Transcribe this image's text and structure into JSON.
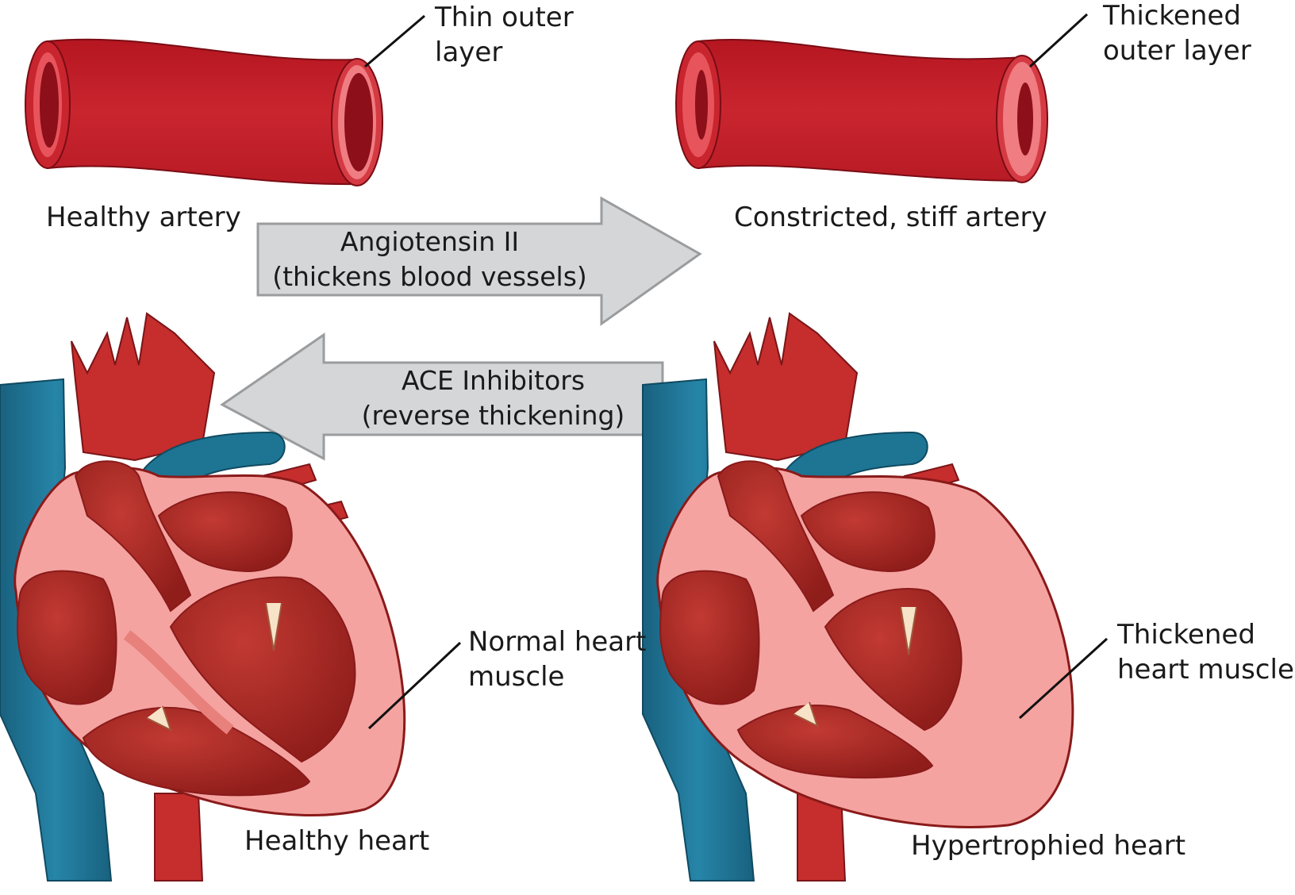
{
  "labels": {
    "thin_outer_layer": "Thin outer\nlayer",
    "thickened_outer_layer": "Thickened\nouter layer",
    "healthy_artery": "Healthy artery",
    "constricted_artery": "Constricted, stiff artery",
    "normal_heart_muscle": "Normal heart\nmuscle",
    "thickened_heart_muscle": "Thickened\nheart muscle",
    "healthy_heart": "Healthy heart",
    "hypertrophied_heart": "Hypertrophied heart"
  },
  "arrows": {
    "angiotensin": {
      "text": "Angiotensin II\n(thickens blood vessels)",
      "direction": "right"
    },
    "ace": {
      "text": "ACE Inhibitors\n(reverse thickening)",
      "direction": "left"
    }
  },
  "colors": {
    "artery_red": "#c41f2b",
    "artery_dark": "#8c0f19",
    "vein_blue": "#1e6f8f",
    "muscle_pink": "#f4a3a0",
    "chamber_red": "#c9302c",
    "arrow_fill": "#d4d6d8",
    "arrow_stroke": "#9a9c9e",
    "leader_line": "#111111"
  }
}
